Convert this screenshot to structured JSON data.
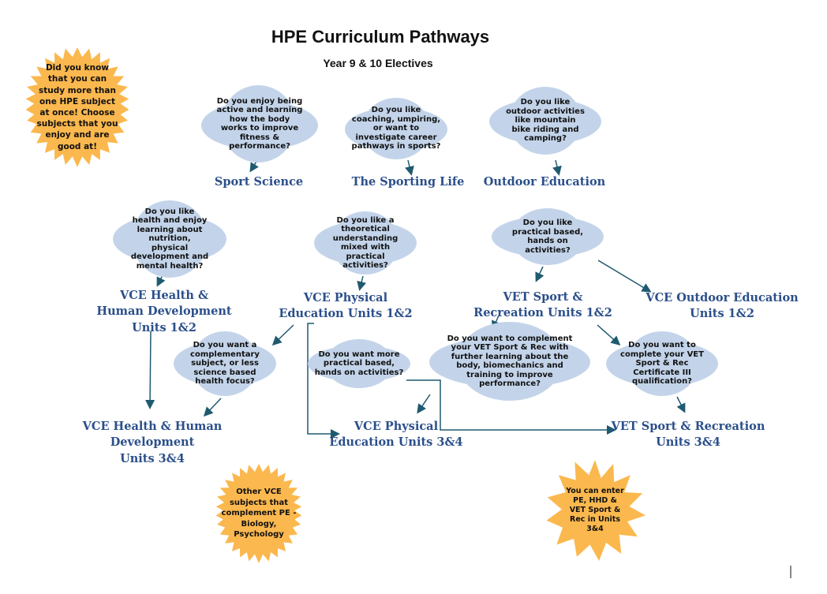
{
  "header": {
    "title": "HPE Curriculum Pathways",
    "subtitle": "Year 9 & 10 Electives"
  },
  "callouts": [
    "Did you know that you can study more than one HPE subject at once! Choose subjects that you enjoy and are good at!",
    "Other VCE subjects that complement PE - Biology, Psychology",
    "You can enter PE, HHD & VET Sport & Rec in Units 3&4"
  ],
  "questions": [
    "Do you enjoy being active and learning how the body works to improve fitness & performance?",
    "Do you like coaching, umpiring, or want to investigate career pathways in sports?",
    "Do you like outdoor activities like mountain bike riding and camping?",
    "Do you like health and enjoy learning about nutrition, physical development and mental health?",
    "Do you like a theoretical understanding mixed with practical activities?",
    "Do you like practical based, hands on activities?",
    "Do you want a complementary subject, or less science based health focus?",
    "Do you want more practical based, hands on activities?",
    "Do you want to complement your VET Sport & Rec with further learning about the body, biomechanics and training to improve performance?",
    "Do you want to complete your VET Sport & Rec Certificate III qualification?"
  ],
  "subjects": [
    "Sport Science",
    "The Sporting Life",
    "Outdoor Education",
    "VCE Health &\nHuman Development\nUnits 1&2",
    "VCE Physical\nEducation Units 1&2",
    "VET Sport &\nRecreation Units 1&2",
    "VCE Outdoor Education\nUnits 1&2",
    "VCE Health & Human\nDevelopment\nUnits 3&4",
    "VCE Physical\nEducation Units 3&4",
    "VET Sport & Recreation\nUnits 3&4"
  ],
  "colors": {
    "cloud": "#c3d4ea",
    "star": "#fbb84e",
    "label": "#2b4f8a",
    "arrow": "#1f5a70"
  }
}
